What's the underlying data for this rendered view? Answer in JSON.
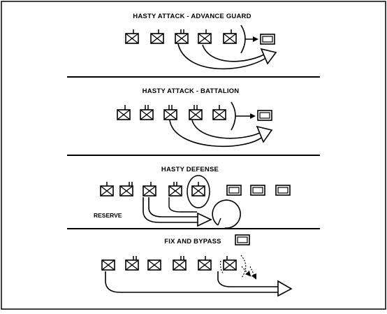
{
  "figure": {
    "panels": [
      {
        "title": "HASTY ATTACK - ADVANCE GUARD"
      },
      {
        "title": "HASTY ATTACK - BATTALION"
      },
      {
        "title": "HASTY DEFENSE",
        "reserve_label": "RESERVE"
      },
      {
        "title": "FIX AND BYPASS"
      }
    ]
  }
}
